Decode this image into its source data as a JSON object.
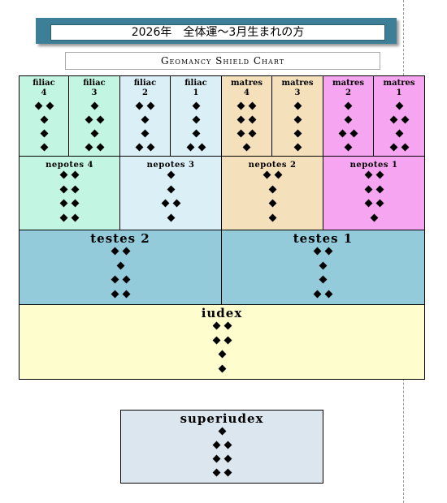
{
  "title": "2026年　全体運～3月生まれの方",
  "subtitle": "Geomancy Shield Chart",
  "colors": {
    "title_bar": "#3d7f96",
    "filiae_4_3": "#c2f6e2",
    "filiae_2_1": "#daf0f6",
    "matres_4_3": "#f5e0bc",
    "matres_2_1": "#f6a6f0",
    "testes": "#93cbdb",
    "iudex": "#fdfdcd",
    "superiudex": "#dbe6ef"
  },
  "row1": [
    {
      "label": "filiac",
      "num": "4",
      "figure": [
        2,
        1,
        1,
        1
      ]
    },
    {
      "label": "filiac",
      "num": "3",
      "figure": [
        1,
        2,
        1,
        2
      ]
    },
    {
      "label": "filiac",
      "num": "2",
      "figure": [
        2,
        1,
        1,
        2
      ]
    },
    {
      "label": "filiac",
      "num": "1",
      "figure": [
        1,
        1,
        1,
        2
      ]
    },
    {
      "label": "matres",
      "num": "4",
      "figure": [
        2,
        2,
        2,
        1
      ]
    },
    {
      "label": "matres",
      "num": "3",
      "figure": [
        1,
        1,
        1,
        1
      ]
    },
    {
      "label": "matres",
      "num": "2",
      "figure": [
        1,
        1,
        2,
        1
      ]
    },
    {
      "label": "matres",
      "num": "1",
      "figure": [
        1,
        2,
        1,
        2
      ]
    }
  ],
  "row2": [
    {
      "label": "nepotes 4",
      "figure": [
        2,
        2,
        2,
        2
      ]
    },
    {
      "label": "nepotes 3",
      "figure": [
        1,
        1,
        2,
        1
      ]
    },
    {
      "label": "nepotes 2",
      "figure": [
        2,
        1,
        1,
        1
      ]
    },
    {
      "label": "nepotes 1",
      "figure": [
        2,
        2,
        2,
        1
      ]
    }
  ],
  "row3": [
    {
      "label": "testes 2",
      "figure": [
        2,
        1,
        2,
        2
      ]
    },
    {
      "label": "testes 1",
      "figure": [
        2,
        1,
        1,
        2
      ]
    }
  ],
  "iudex": {
    "label": "iudex",
    "figure": [
      2,
      2,
      1,
      1
    ]
  },
  "superiudex": {
    "label": "superiudex",
    "figure": [
      1,
      2,
      2,
      2
    ]
  }
}
